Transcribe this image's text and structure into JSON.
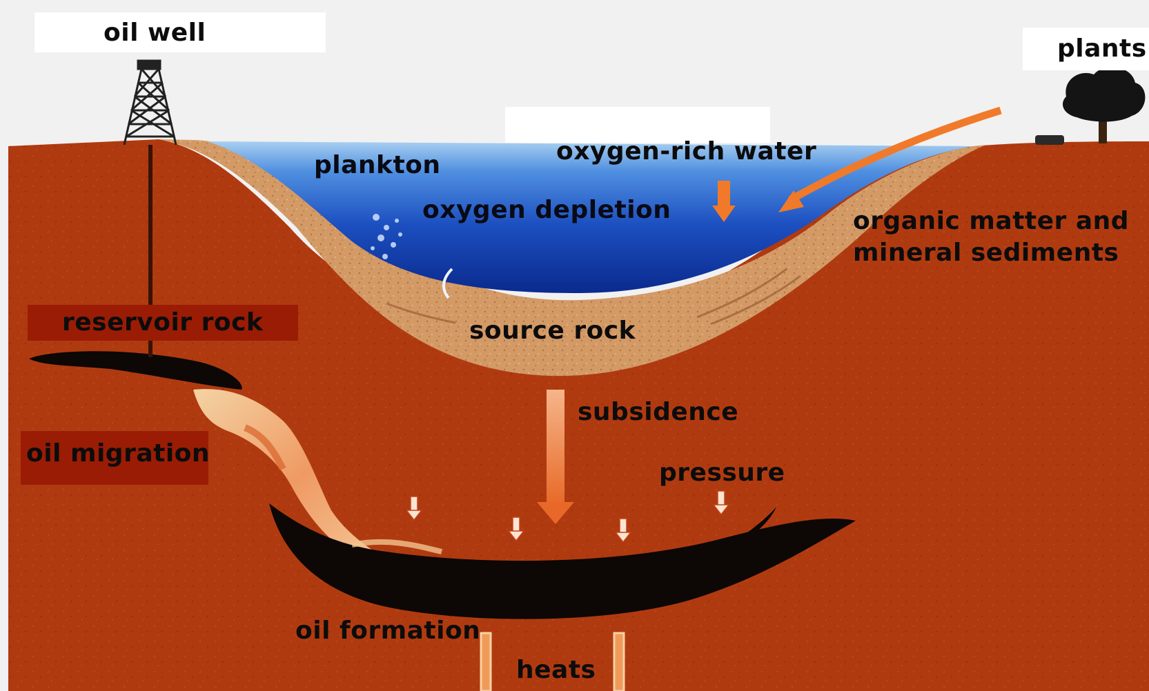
{
  "labels": {
    "oil_well": "oil well",
    "plants": "plants",
    "plankton": "plankton",
    "oxygen_rich_water": "oxygen-rich water",
    "oxygen_depletion": "oxygen depletion",
    "organic_matter": "organic matter and\nmineral sediments",
    "reservoir_rock": "reservoir rock",
    "source_rock": "source rock",
    "subsidence": "subsidence",
    "pressure": "pressure",
    "oil_migration": "oil migration",
    "oil_formation": "oil formation",
    "heats": "heats"
  },
  "colors": {
    "sky": "#f1f1f1",
    "earth": "#b33a0f",
    "earth_dark": "#8f2405",
    "sediment": "#d49a65",
    "sediment_light": "#e6b888",
    "water_light": "#7fb6ea",
    "water_mid": "#2f6fd1",
    "water_deep": "#0b2f9a",
    "oil": "#0d0706",
    "arrow_orange": "#f07a2a",
    "migration": "#f2c48e"
  },
  "icons": {
    "derrick": "oil-derrick-icon",
    "tree": "tree-icon"
  }
}
